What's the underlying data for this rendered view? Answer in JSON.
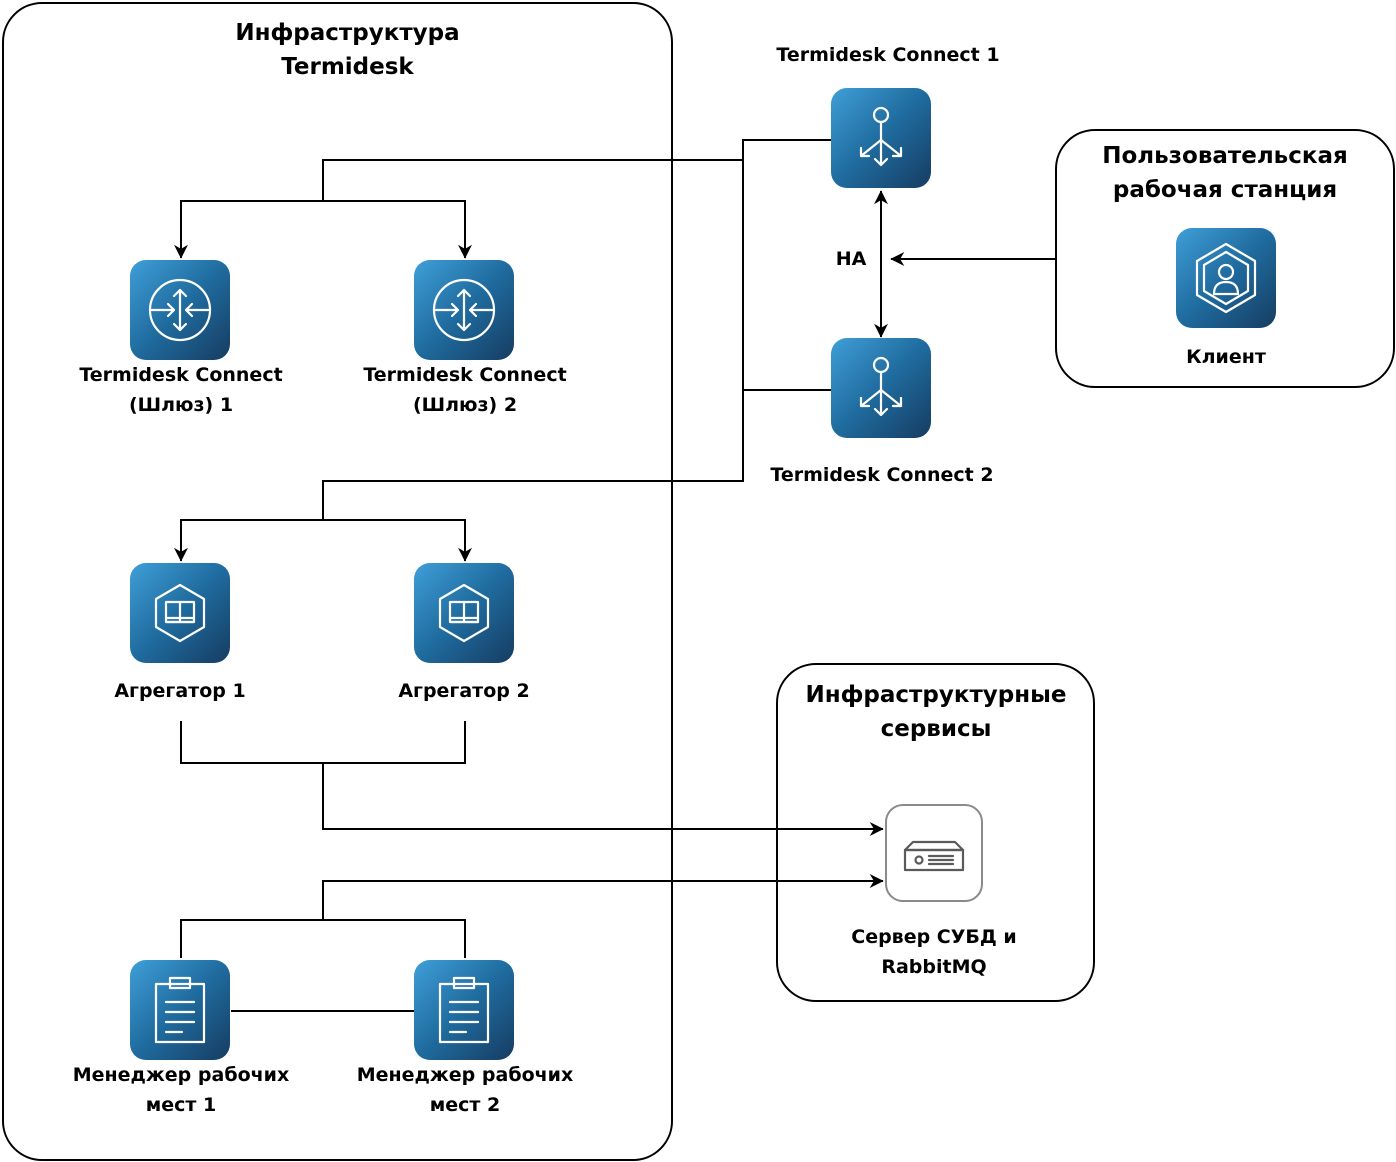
{
  "infra": {
    "title_line1": "Инфраструктура",
    "title_line2": "Termidesk"
  },
  "workstation": {
    "title_line1": "Пользовательская",
    "title_line2": "рабочая станция",
    "client_label": "Клиент"
  },
  "services": {
    "title_line1": "Инфраструктурные",
    "title_line2": "сервисы",
    "db_label_line1": "Сервер СУБД и",
    "db_label_line2": "RabbitMQ"
  },
  "connect": {
    "connect1_label": "Termidesk Connect 1",
    "connect2_label": "Termidesk Connect 2",
    "ha_label": "HA"
  },
  "gateways": [
    {
      "line1": "Termidesk Connect",
      "line2": "(Шлюз) 1"
    },
    {
      "line1": "Termidesk Connect",
      "line2": "(Шлюз) 2"
    }
  ],
  "aggregators": [
    {
      "label": "Агрегатор 1"
    },
    {
      "label": "Агрегатор 2"
    }
  ],
  "managers": [
    {
      "line1": "Менеджер рабочих",
      "line2": "мест 1"
    },
    {
      "line1": "Менеджер рабочих",
      "line2": "мест 2"
    }
  ],
  "icons": {
    "gateway": "router-icon",
    "connect": "load-balancer-icon",
    "client": "user-hexagon-icon",
    "aggregator": "package-hexagon-icon",
    "manager": "clipboard-icon",
    "db": "server-icon"
  },
  "colors": {
    "icon_gradient_start": "#3f9fd8",
    "icon_gradient_end": "#163c62",
    "line": "#000000",
    "db_border": "#8a8a8a"
  }
}
